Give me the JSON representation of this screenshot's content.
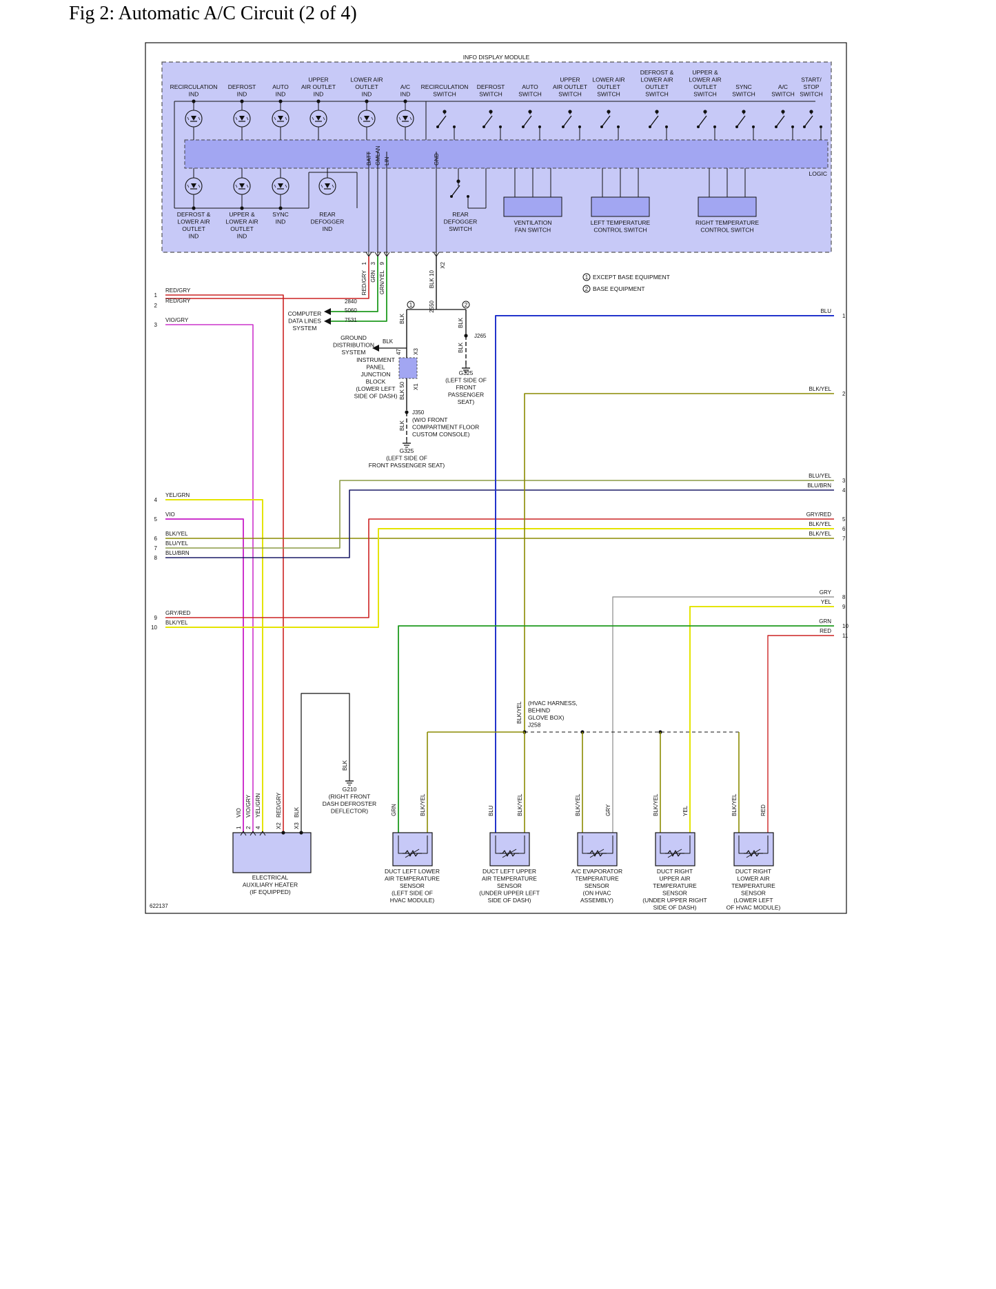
{
  "page_title": "Fig 2: Automatic A/C Circuit (2 of 4)",
  "figure_id": "622137",
  "module": {
    "title": "INFO DISPLAY MODULE",
    "logic_label": "LOGIC",
    "indicators_top": [
      [
        "RECIRCULATION",
        "IND"
      ],
      [
        "DEFROST",
        "IND"
      ],
      [
        "AUTO",
        "IND"
      ],
      [
        "UPPER",
        "AIR OUTLET",
        "IND"
      ],
      [
        "LOWER AIR",
        "OUTLET",
        "IND"
      ],
      [
        "A/C",
        "IND"
      ]
    ],
    "switches_top": [
      [
        "RECIRCULATION",
        "SWITCH"
      ],
      [
        "DEFROST",
        "SWITCH"
      ],
      [
        "AUTO",
        "SWITCH"
      ],
      [
        "UPPER",
        "AIR OUTLET",
        "SWITCH"
      ],
      [
        "LOWER AIR",
        "OUTLET",
        "SWITCH"
      ],
      [
        "DEFROST &",
        "LOWER AIR",
        "OUTLET",
        "SWITCH"
      ],
      [
        "UPPER &",
        "LOWER AIR",
        "OUTLET",
        "SWITCH"
      ],
      [
        "SYNC",
        "SWITCH"
      ],
      [
        "A/C",
        "SWITCH"
      ],
      [
        "START/",
        "STOP",
        "SWITCH"
      ]
    ],
    "indicators_bottom": [
      [
        "DEFROST &",
        "LOWER AIR",
        "OUTLET",
        "IND"
      ],
      [
        "UPPER &",
        "LOWER AIR",
        "OUTLET",
        "IND"
      ],
      [
        "SYNC",
        "IND"
      ],
      [
        "REAR",
        "DEFOGGER",
        "IND"
      ]
    ],
    "bottom_switch": [
      "REAR",
      "DEFOGGER",
      "SWITCH"
    ],
    "bottom_boxes": [
      [
        "VENTILATION",
        "FAN SWITCH"
      ],
      [
        "LEFT TEMPERATURE",
        "CONTROL SWITCH"
      ],
      [
        "RIGHT TEMPERATURE",
        "CONTROL SWITCH"
      ]
    ],
    "pin_labels": [
      "BATT",
      "GMLAN",
      "LIN",
      "GND"
    ]
  },
  "connector_pins": {
    "pin_nums": [
      "1",
      "3",
      "9",
      "10"
    ],
    "wire_colors": [
      "RED/GRY",
      "GRN",
      "GRN/YEL",
      "BLK"
    ],
    "connector_tag": "X2",
    "circuit_2550": "2550"
  },
  "legend": [
    {
      "num": "1",
      "text": "EXCEPT BASE EQUIPMENT"
    },
    {
      "num": "2",
      "text": "BASE EQUIPMENT"
    }
  ],
  "left_wires": [
    {
      "num": "1",
      "color": "RED/GRY"
    },
    {
      "num": "2",
      "color": "RED/GRY"
    },
    {
      "num": "3",
      "color": "VIO/GRY"
    },
    {
      "num": "4",
      "color": "YEL/GRN"
    },
    {
      "num": "5",
      "color": "VIO"
    },
    {
      "num": "6",
      "color": "BLK/YEL"
    },
    {
      "num": "7",
      "color": "BLU/YEL"
    },
    {
      "num": "8",
      "color": "BLU/BRN"
    },
    {
      "num": "9",
      "color": "GRY/RED"
    },
    {
      "num": "10",
      "color": "BLK/YEL"
    }
  ],
  "right_wires": [
    {
      "num": "1",
      "color": "BLU"
    },
    {
      "num": "2",
      "color": "BLK/YEL"
    },
    {
      "num": "3",
      "color": "BLU/YEL"
    },
    {
      "num": "4",
      "color": "BLU/BRN"
    },
    {
      "num": "5",
      "color": "GRY/RED"
    },
    {
      "num": "6",
      "color": "BLK/YEL"
    },
    {
      "num": "7",
      "color": "BLK/YEL"
    },
    {
      "num": "8",
      "color": "GRY"
    },
    {
      "num": "9",
      "color": "YEL"
    },
    {
      "num": "10",
      "color": "GRN"
    },
    {
      "num": "11",
      "color": "RED"
    }
  ],
  "circuit_numbers": [
    "2840",
    "5060",
    "7531"
  ],
  "data_lines": [
    "COMPUTER",
    "DATA LINES",
    "SYSTEM"
  ],
  "ground_dist": [
    "GROUND",
    "DISTRIBUTION",
    "SYSTEM"
  ],
  "ground_blk": "BLK",
  "ipjb": {
    "label": [
      "INSTRUMENT",
      "PANEL",
      "JUNCTION",
      "BLOCK",
      "(LOWER LEFT",
      "SIDE OF DASH)"
    ],
    "pin_47": "47",
    "pin_50": "50",
    "x3": "X3",
    "x1": "X1",
    "wire_blk": "BLK"
  },
  "j350": {
    "id": "J350",
    "desc": [
      "(W/O FRONT",
      "COMPARTMENT FLOOR",
      "CUSTOM CONSOLE)"
    ]
  },
  "g325_lower": {
    "id": "G325",
    "desc": [
      "(LEFT SIDE OF",
      "FRONT PASSENGER SEAT)"
    ]
  },
  "j265": "J265",
  "g325_upper": {
    "id": "G325",
    "desc": [
      "(LEFT SIDE OF",
      "FRONT",
      "PASSENGER",
      "SEAT)"
    ]
  },
  "j258": {
    "desc": [
      "(HVAC HARNESS,",
      "BEHIND",
      "GLOVE BOX)"
    ],
    "id": "J258",
    "wire": "BLK/YEL"
  },
  "g210": {
    "wire": "BLK",
    "id": "G210",
    "desc": [
      "(RIGHT FRONT",
      "DASH DEFROSTER",
      "DEFLECTOR)"
    ]
  },
  "heater": {
    "label": [
      "ELECTRICAL",
      "AUXILIARY HEATER",
      "(IF EQUIPPED)"
    ],
    "pins": [
      "1",
      "2",
      "4",
      "X2",
      "X3"
    ],
    "wires": [
      "VIO",
      "VIO/GRY",
      "YEL/GRN",
      "RED/GRY",
      "BLK"
    ]
  },
  "sensors": [
    {
      "label": [
        "DUCT LEFT LOWER",
        "AIR TEMPERATURE",
        "SENSOR",
        "(LEFT SIDE OF",
        "HVAC MODULE)"
      ],
      "wires": [
        "GRN",
        "BLK/YEL"
      ]
    },
    {
      "label": [
        "DUCT LEFT UPPER",
        "AIR TEMPERATURE",
        "SENSOR",
        "(UNDER UPPER LEFT",
        "SIDE OF DASH)"
      ],
      "wires": [
        "BLU",
        "BLK/YEL"
      ]
    },
    {
      "label": [
        "A/C EVAPORATOR",
        "TEMPERATURE",
        "SENSOR",
        "(ON HVAC",
        "ASSEMBLY)"
      ],
      "wires": [
        "BLK/YEL",
        "GRY"
      ]
    },
    {
      "label": [
        "DUCT RIGHT",
        "UPPER AIR",
        "TEMPERATURE",
        "SENSOR",
        "(UNDER UPPER RIGHT",
        "SIDE OF DASH)"
      ],
      "wires": [
        "BLK/YEL",
        "YEL"
      ]
    },
    {
      "label": [
        "DUCT RIGHT",
        "LOWER AIR",
        "TEMPERATURE",
        "SENSOR",
        "(LOWER LEFT",
        "OF HVAC MODULE)"
      ],
      "wires": [
        "BLK/YEL",
        "RED"
      ]
    }
  ],
  "colors": {
    "red": "#cc2222",
    "pink": "#cc33cc",
    "yellow": "#e4e400",
    "olive": "#8a8a00",
    "green": "#1f9a1f",
    "blue": "#2233cc",
    "navy": "#1a1a66",
    "gray": "#999999",
    "module_fill": "#c7c9f7",
    "bus_fill": "#a2a6f2",
    "black": "#111111"
  }
}
